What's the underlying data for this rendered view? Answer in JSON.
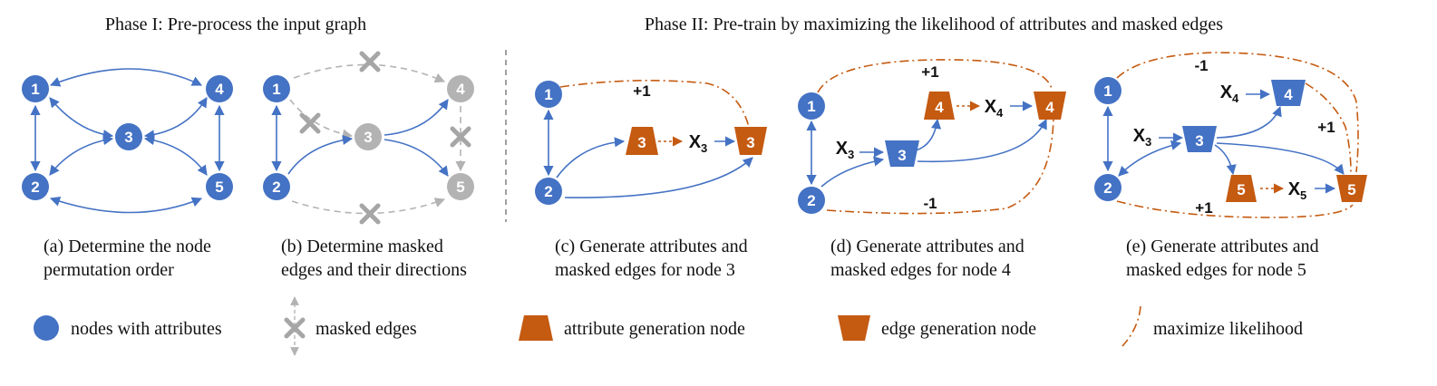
{
  "phase_titles": {
    "phase1": "Phase I: Pre-process the input graph",
    "phase2": "Phase II: Pre-train by maximizing the likelihood of attributes and masked edges"
  },
  "panels": {
    "a": {
      "caption_line1": "(a) Determine the node",
      "caption_line2": "permutation order",
      "nodes": [
        "1",
        "2",
        "3",
        "4",
        "5"
      ]
    },
    "b": {
      "caption_line1": "(b) Determine masked",
      "caption_line2": "edges and their directions",
      "nodes": [
        "1",
        "2",
        "3",
        "4",
        "5"
      ]
    },
    "c": {
      "caption_line1": "(c) Generate attributes and",
      "caption_line2": "masked edges for node 3",
      "nodes": [
        "1",
        "2"
      ],
      "attr_node": "3",
      "edge_node": "3",
      "attr_symbol": "X",
      "attr_sub": "3",
      "weights": [
        "+1"
      ]
    },
    "d": {
      "caption_line1": "(d) Generate attributes and",
      "caption_line2": "masked edges for node 4",
      "nodes": [
        "1",
        "2",
        "3"
      ],
      "attr_node": "4",
      "edge_node": "4",
      "attr_symbol": "X",
      "attr_sub": "4",
      "input_symbol": "X",
      "input_sub": "3",
      "weights": [
        "+1",
        "-1"
      ]
    },
    "e": {
      "caption_line1": "(e) Generate attributes and",
      "caption_line2": "masked edges for node 5",
      "nodes": [
        "1",
        "2",
        "3",
        "4"
      ],
      "attr_node": "5",
      "edge_node": "5",
      "attr_symbol": "X",
      "attr_sub": "5",
      "input3_symbol": "X",
      "input3_sub": "3",
      "input4_symbol": "X",
      "input4_sub": "4",
      "weights": [
        "-1",
        "+1",
        "+1"
      ]
    }
  },
  "legend": {
    "nodes": "nodes with attributes",
    "masked": "masked edges",
    "attr_gen": "attribute generation node",
    "edge_gen": "edge generation node",
    "likelihood": "maximize likelihood"
  },
  "colors": {
    "blue": "#4472c4",
    "gray": "#b3b3b3",
    "orange": "#c55a11"
  }
}
